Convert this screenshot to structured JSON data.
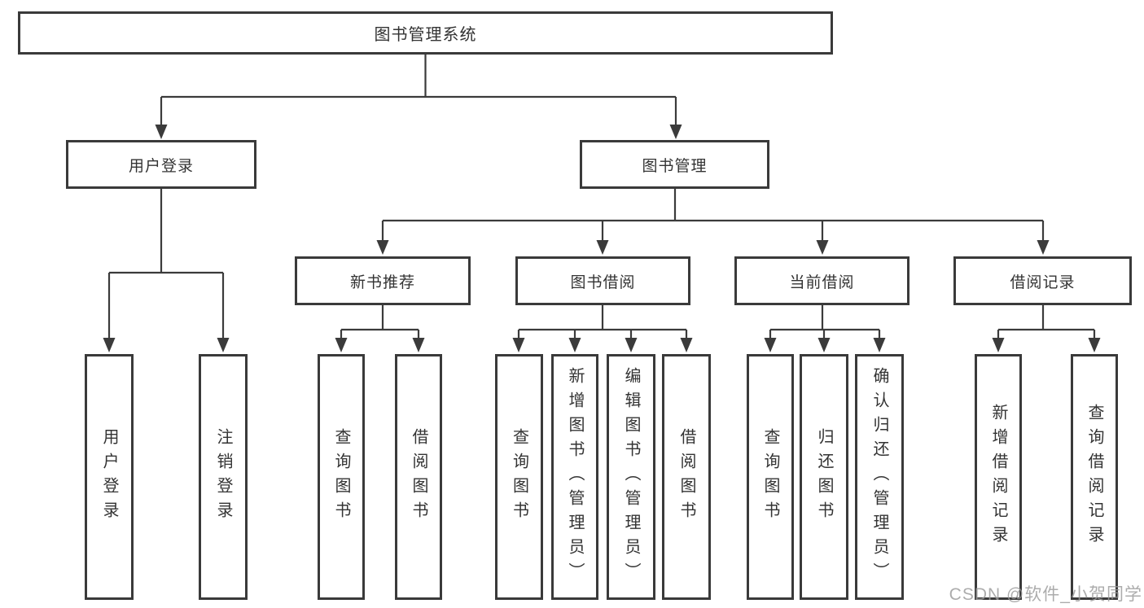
{
  "nodes": {
    "root": "图书管理系统",
    "level2": [
      "用户登录",
      "图书管理"
    ],
    "level3": [
      "新书推荐",
      "图书借阅",
      "当前借阅",
      "借阅记录"
    ],
    "leaves_login": [
      "用户登录",
      "注销登录"
    ],
    "leaves_recommend": [
      "查询图书",
      "借阅图书"
    ],
    "leaves_borrow": [
      "查询图书",
      "新增图书（管理员）",
      "编辑图书（管理员）",
      "借阅图书"
    ],
    "leaves_current": [
      "查询图书",
      "归还图书",
      "确认归还（管理员）"
    ],
    "leaves_records": [
      "新增借阅记录",
      "查询借阅记录"
    ]
  },
  "watermark": "CSDN @软件_小贺同学",
  "colors": {
    "line": "#3b3b3b",
    "border": "#3a3a3a",
    "text": "#333333",
    "watermark": "#9a9a9a"
  }
}
